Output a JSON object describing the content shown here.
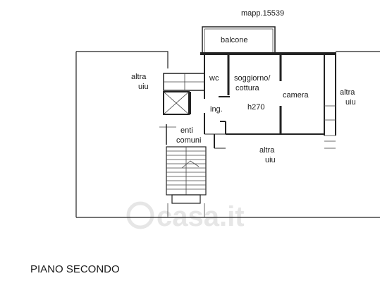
{
  "plan": {
    "parcel_label": "mapp.15539",
    "rooms": {
      "balcone": "balcone",
      "wc": "wc",
      "soggiorno_line1": "soggiorno/",
      "soggiorno_line2": "cottura",
      "camera": "camera",
      "ingresso": "ing.",
      "height": "h270",
      "enti_line1": "enti",
      "enti_line2": "comuni"
    },
    "other_units": {
      "left_line1": "altra",
      "left_line2": "uiu",
      "right_line1": "altra",
      "right_line2": "uiu",
      "bottom_line1": "altra",
      "bottom_line2": "uiu"
    },
    "floor_caption": "PIANO SECONDO",
    "watermark": "casa.it"
  }
}
